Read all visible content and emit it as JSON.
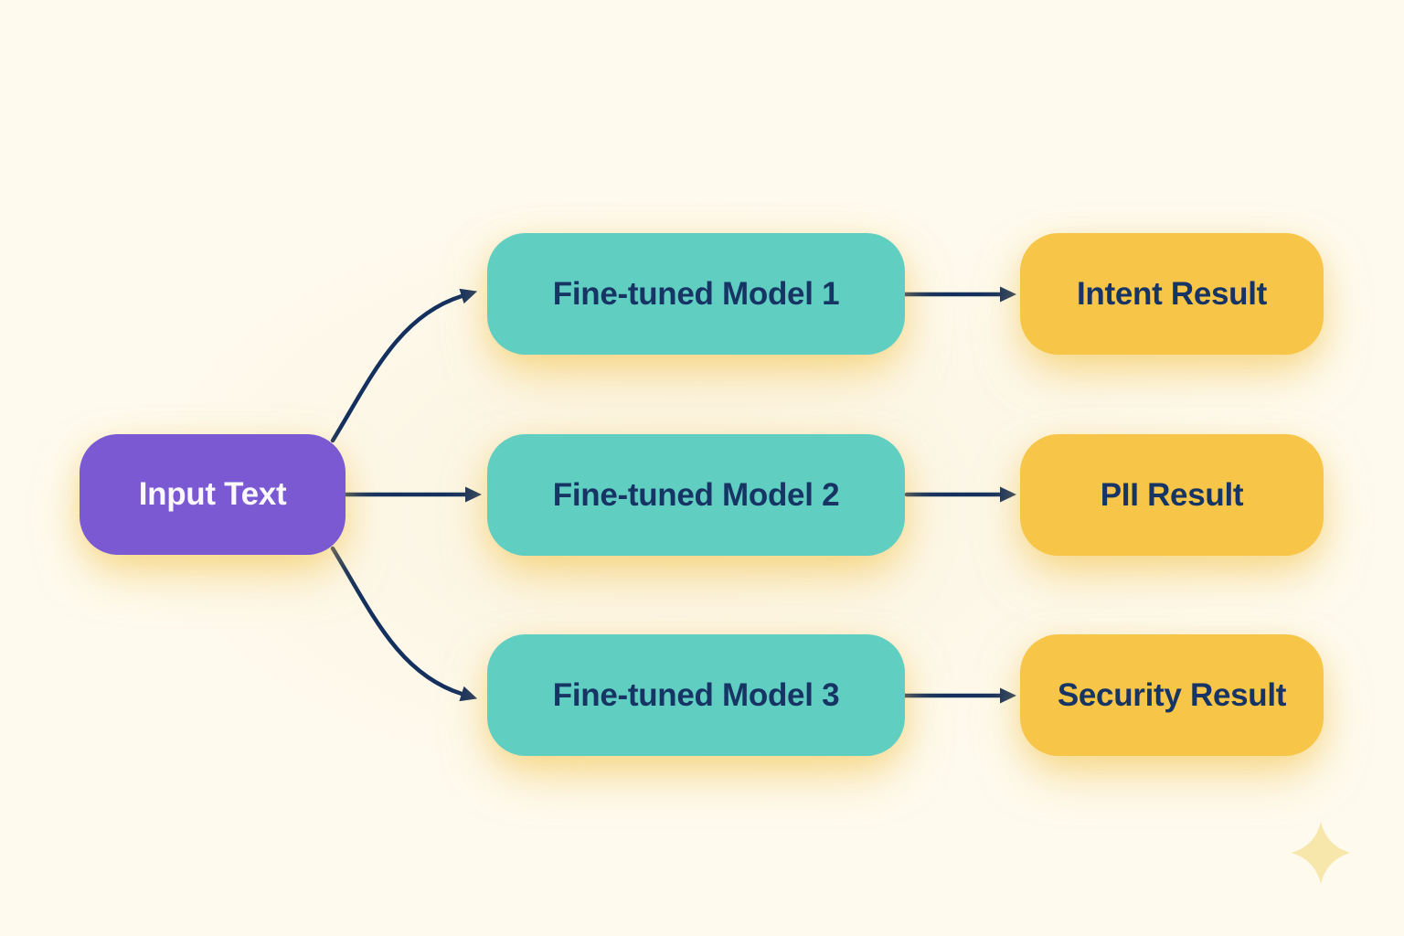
{
  "diagram": {
    "input_node": {
      "id": "input",
      "label": "Input Text"
    },
    "model_nodes": [
      {
        "id": "model-1",
        "label": "Fine-tuned Model 1"
      },
      {
        "id": "model-2",
        "label": "Fine-tuned Model 2"
      },
      {
        "id": "model-3",
        "label": "Fine-tuned Model 3"
      }
    ],
    "result_nodes": [
      {
        "id": "intent-result",
        "label": "Intent Result"
      },
      {
        "id": "pii-result",
        "label": "PII Result"
      },
      {
        "id": "security-result",
        "label": "Security Result"
      }
    ],
    "edges": [
      {
        "from": "input",
        "to": "model-1"
      },
      {
        "from": "input",
        "to": "model-2"
      },
      {
        "from": "input",
        "to": "model-3"
      },
      {
        "from": "model-1",
        "to": "intent-result"
      },
      {
        "from": "model-2",
        "to": "pii-result"
      },
      {
        "from": "model-3",
        "to": "security-result"
      }
    ],
    "icons": [
      {
        "name": "sparkle-icon",
        "position": "bottom-right"
      }
    ],
    "colors": {
      "background": "#FEFAEE",
      "input_fill": "#7A59D3",
      "model_fill": "#60CFC2",
      "result_fill": "#F7C547",
      "arrow": "#14305E",
      "text_dark": "#163464",
      "text_light": "#FBF9FF",
      "glow": "#F3C654",
      "sparkle": "#F8E7AA"
    }
  }
}
